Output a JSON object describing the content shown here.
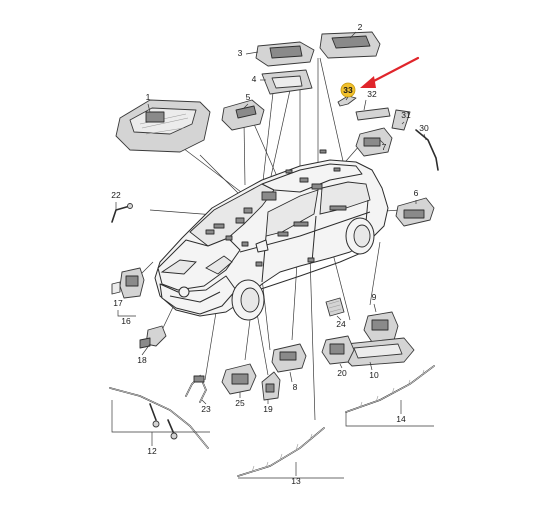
{
  "diagram": {
    "highlight_color": "#f2c12e",
    "arrow_color": "#e0252b",
    "highlighted_part": "33",
    "callouts": {
      "c1": "1",
      "c2": "2",
      "c3": "3",
      "c4": "4",
      "c5": "5",
      "c6": "6",
      "c7": "7",
      "c8": "8",
      "c9": "9",
      "c10": "10",
      "c12": "12",
      "c13": "13",
      "c14": "14",
      "c16": "16",
      "c17": "17",
      "c18": "18",
      "c19": "19",
      "c20": "20",
      "c22": "22",
      "c23": "23",
      "c24": "24",
      "c25": "25",
      "c30": "30",
      "c31": "31",
      "c32": "32",
      "c33": "33"
    }
  }
}
